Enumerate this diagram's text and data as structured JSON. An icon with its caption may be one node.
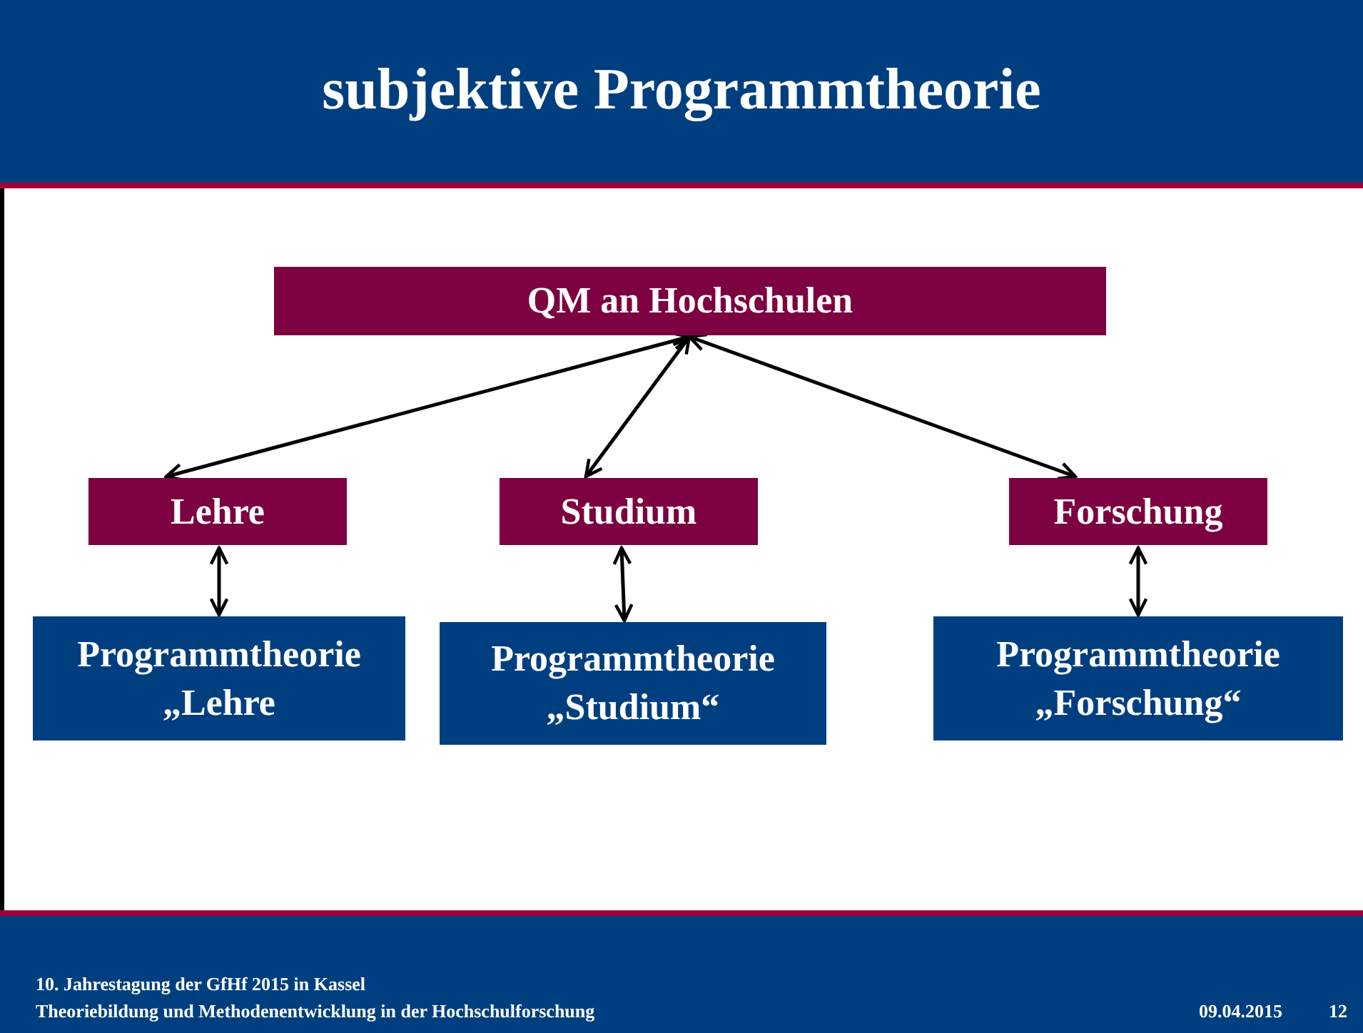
{
  "diagram": {
    "title": "subjektive Programmtheorie",
    "nodes": [
      {
        "text": [
          "QM an Hochschulen"
        ]
      },
      {
        "text": [
          "Lehre"
        ]
      },
      {
        "text": [
          "Studium"
        ]
      },
      {
        "text": [
          "Forschung"
        ]
      },
      {
        "text": [
          "Programmtheorie „Lehre"
        ]
      },
      {
        "text": [
          "Programmtheorie „Studium“"
        ]
      },
      {
        "text": [
          "Programmtheorie „Forschung“"
        ]
      }
    ],
    "edges": [
      {
        "from": 0,
        "to": 1,
        "arrow": "both"
      },
      {
        "from": 0,
        "to": 2,
        "arrow": "both"
      },
      {
        "from": 0,
        "to": 3,
        "arrow": "both"
      },
      {
        "from": 1,
        "to": 4,
        "arrow": "both"
      },
      {
        "from": 2,
        "to": 5,
        "arrow": "both"
      },
      {
        "from": 3,
        "to": 6,
        "arrow": "both"
      }
    ],
    "labels": [
      "10. Jahrestagung der GfHf  2015 in Kassel",
      "Theoriebildung und Methodenentwicklung in der Hochschulforschung",
      "09.04.2015",
      "12"
    ]
  }
}
